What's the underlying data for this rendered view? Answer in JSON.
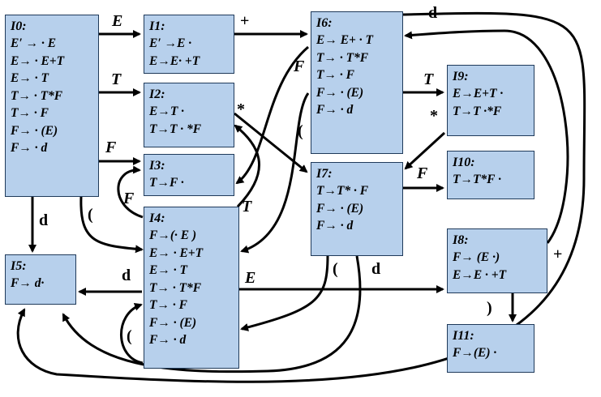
{
  "states": {
    "I0": {
      "title": "I0:",
      "items": [
        "E′ → · E",
        "E→ · E+T",
        "E→ · T",
        "T→ · T*F",
        "T→ · F",
        "F→ · (E)",
        "F→ · d"
      ]
    },
    "I1": {
      "title": "I1:",
      "items": [
        "E′ →E ·",
        "E→E· +T"
      ]
    },
    "I2": {
      "title": "I2:",
      "items": [
        "E→T ·",
        "T→T · *F"
      ]
    },
    "I3": {
      "title": "I3:",
      "items": [
        "T→F ·"
      ]
    },
    "I4": {
      "title": "I4:",
      "items": [
        "F→(· E )",
        "E→ · E+T",
        "E→ · T",
        "T→ · T*F",
        "T→ · F",
        "F→ · (E)",
        "F→ · d"
      ]
    },
    "I5": {
      "title": "I5:",
      "items": [
        "F→ d·"
      ]
    },
    "I6": {
      "title": "I6:",
      "items": [
        "E→ E+ · T",
        "T→ · T*F",
        "T→ · F",
        "F→ · (E)",
        "F→ · d"
      ]
    },
    "I7": {
      "title": "I7:",
      "items": [
        "T→T* · F",
        "F→ · (E)",
        "F→ · d"
      ]
    },
    "I8": {
      "title": "I8:",
      "items": [
        "F→ (E ·)",
        "E→E · +T"
      ]
    },
    "I9": {
      "title": "I9:",
      "items": [
        "E→E+T ·",
        "T→T ·*F"
      ]
    },
    "I10": {
      "title": "I10:",
      "items": [
        "T→T*F ·"
      ]
    },
    "I11": {
      "title": "I11:",
      "items": [
        "F→(E) ·"
      ]
    }
  },
  "labels": {
    "E_0_1": "E",
    "plus_1_6": "+",
    "T_0_2": "T",
    "star_2_7": "*",
    "F_0_3": "F",
    "d_0_5": "d",
    "lparen_0_4": "(",
    "F_4_3": "F",
    "T_4_2": "T",
    "d_4_5": "d",
    "E_4_8": "E",
    "lparen_4_4": "(",
    "F_6_3": "F",
    "lparen_6_4": "(",
    "d_6_5": "d",
    "T_6_9": "T",
    "star_9_7": "*",
    "F_7_10": "F",
    "lparen_7_4": "(",
    "d_7_5": "d",
    "rparen_8_11": ")",
    "plus_8_6": "+"
  },
  "colors": {
    "box_fill": "#b7d0ec",
    "box_border": "#1f3a5a",
    "arrow": "#000000"
  }
}
